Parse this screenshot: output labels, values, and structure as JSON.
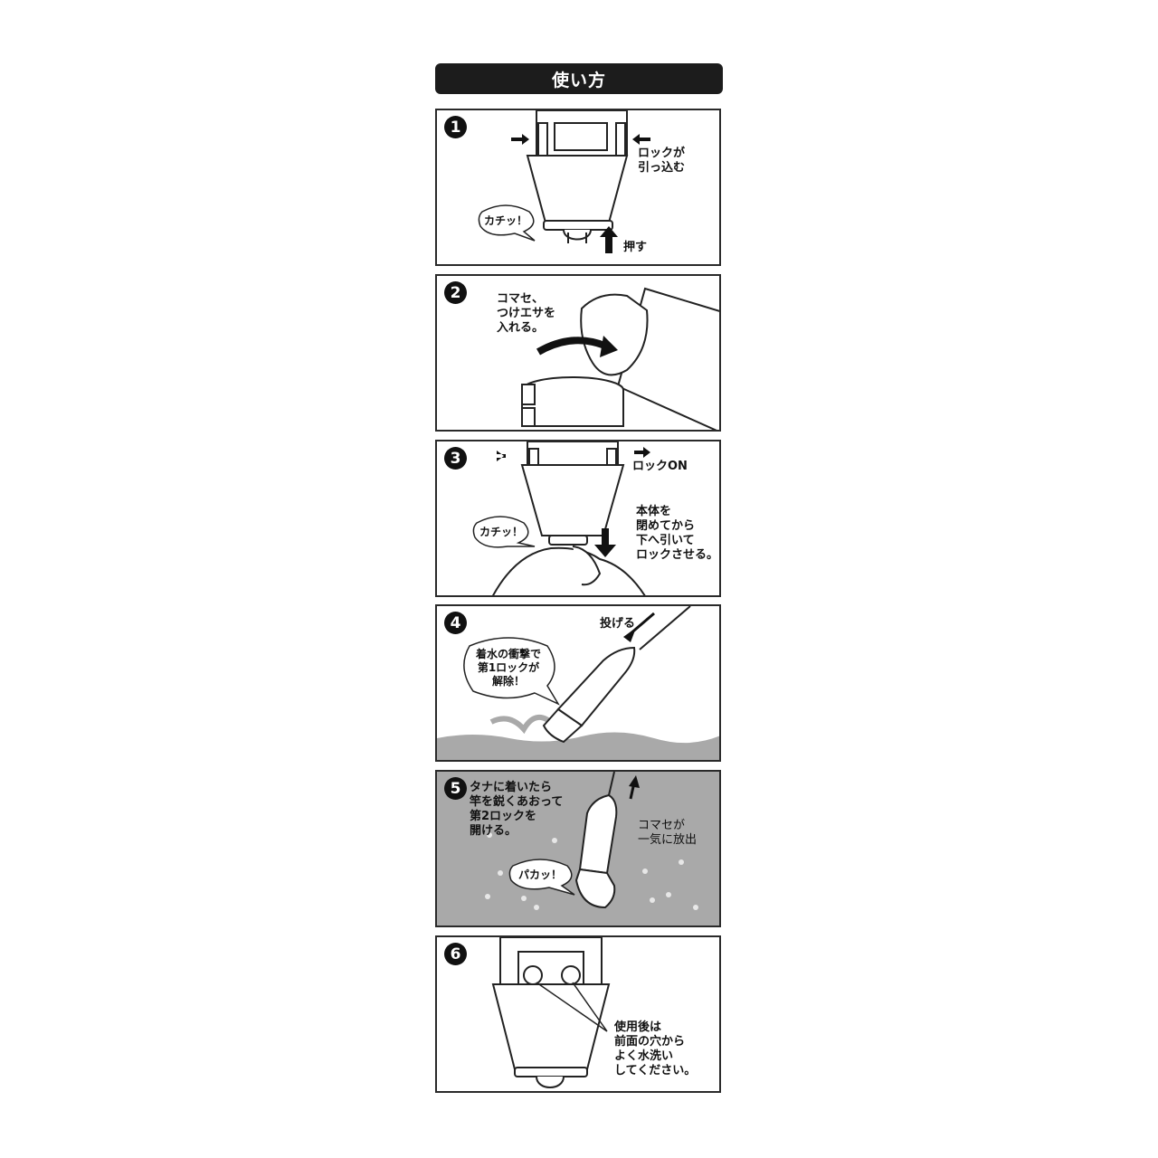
{
  "title": "使い方",
  "steps": [
    {
      "number": "1",
      "labels": {
        "lock_retract": "ロックが\n引っ込む",
        "push": "押す",
        "click": "カチッ！"
      }
    },
    {
      "number": "2",
      "labels": {
        "insert": "コマセ、\nつけエサを\n入れる。"
      }
    },
    {
      "number": "3",
      "labels": {
        "lock_on": "ロックON",
        "instruction": "本体を\n閉めてから\n下へ引いて\nロックさせる。",
        "click": "カチッ！"
      }
    },
    {
      "number": "4",
      "labels": {
        "throw": "投げる",
        "impact": "着水の衝撃で\n第1ロックが\n解除！"
      }
    },
    {
      "number": "5",
      "labels": {
        "instruction": "タナに着いたら\n竿を鋭くあおって\n第2ロックを\n開ける。",
        "release": "コマセが\n一気に放出",
        "open": "パカッ！"
      }
    },
    {
      "number": "6",
      "labels": {
        "wash": "使用後は\n前面の穴から\nよく水洗い\nしてください。"
      }
    }
  ]
}
